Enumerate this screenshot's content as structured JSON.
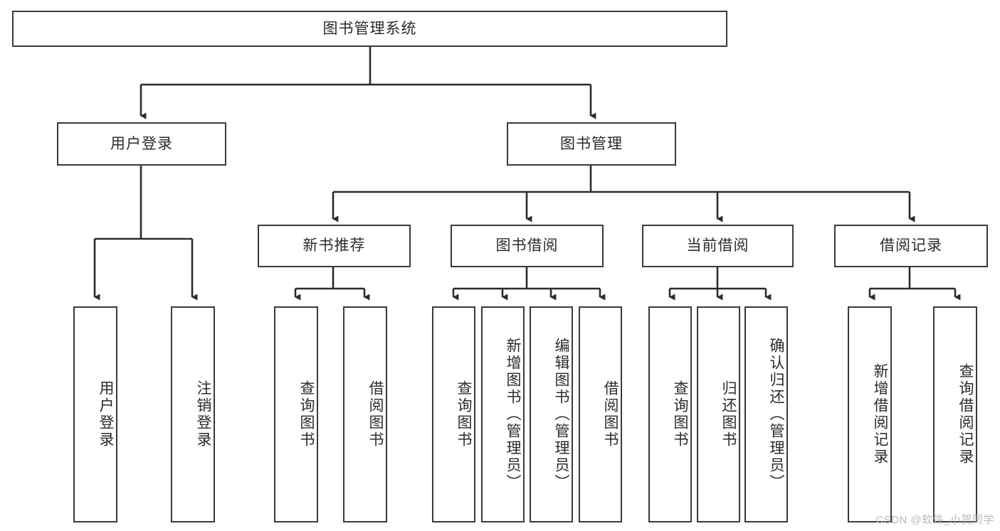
{
  "diagram": {
    "title": "图书管理系统",
    "type": "hierarchy-tree",
    "colors": {
      "background": "#ffffff",
      "node_border": "#3a3a3a",
      "node_fill": "#ffffff",
      "edge": "#2b2b2b",
      "text": "#2b2b2b",
      "watermark": "#b9b9b9"
    },
    "root": {
      "label": "图书管理系统"
    },
    "level2": [
      {
        "label": "用户登录"
      },
      {
        "label": "图书管理"
      }
    ],
    "level3": [
      {
        "label": "新书推荐"
      },
      {
        "label": "图书借阅"
      },
      {
        "label": "当前借阅"
      },
      {
        "label": "借阅记录"
      }
    ],
    "leaves": {
      "user_login": [
        {
          "label": "用户登录"
        },
        {
          "label": "注销登录"
        }
      ],
      "new_book_recommend": [
        {
          "label": "查询图书"
        },
        {
          "label": "借阅图书"
        }
      ],
      "book_borrow": [
        {
          "label": "查询图书"
        },
        {
          "label": "新增图书（管理员）"
        },
        {
          "label": "编辑图书（管理员）"
        },
        {
          "label": "借阅图书"
        }
      ],
      "current_borrow": [
        {
          "label": "查询图书"
        },
        {
          "label": "归还图书"
        },
        {
          "label": "确认归还（管理员）"
        }
      ],
      "borrow_record": [
        {
          "label": "新增借阅记录"
        },
        {
          "label": "查询借阅记录"
        }
      ]
    }
  },
  "watermark": {
    "text": "CSDN @软件_小贺同学"
  }
}
